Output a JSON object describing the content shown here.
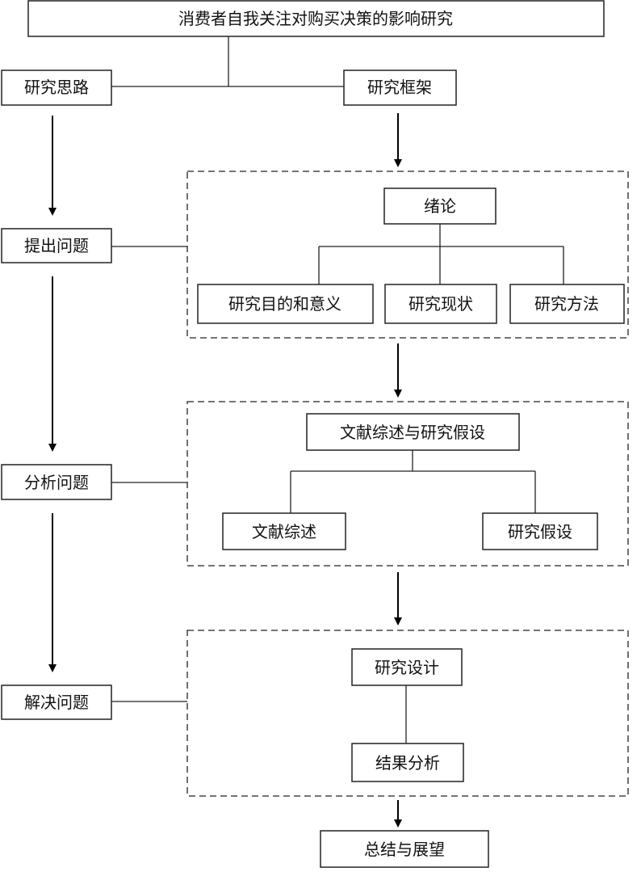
{
  "title": "消费者自我关注对购买决策的影响研究",
  "left": {
    "approach": "研究思路",
    "steps": [
      "提出问题",
      "分析问题",
      "解决问题"
    ]
  },
  "right": {
    "framework": "研究框架",
    "intro": {
      "head": "绪论",
      "children": [
        "研究目的和意义",
        "研究现状",
        "研究方法"
      ]
    },
    "review": {
      "head": "文献综述与研究假设",
      "children": [
        "文献综述",
        "研究假设"
      ]
    },
    "design": {
      "head": "研究设计",
      "child": "结果分析"
    },
    "conclusion": "总结与展望"
  }
}
